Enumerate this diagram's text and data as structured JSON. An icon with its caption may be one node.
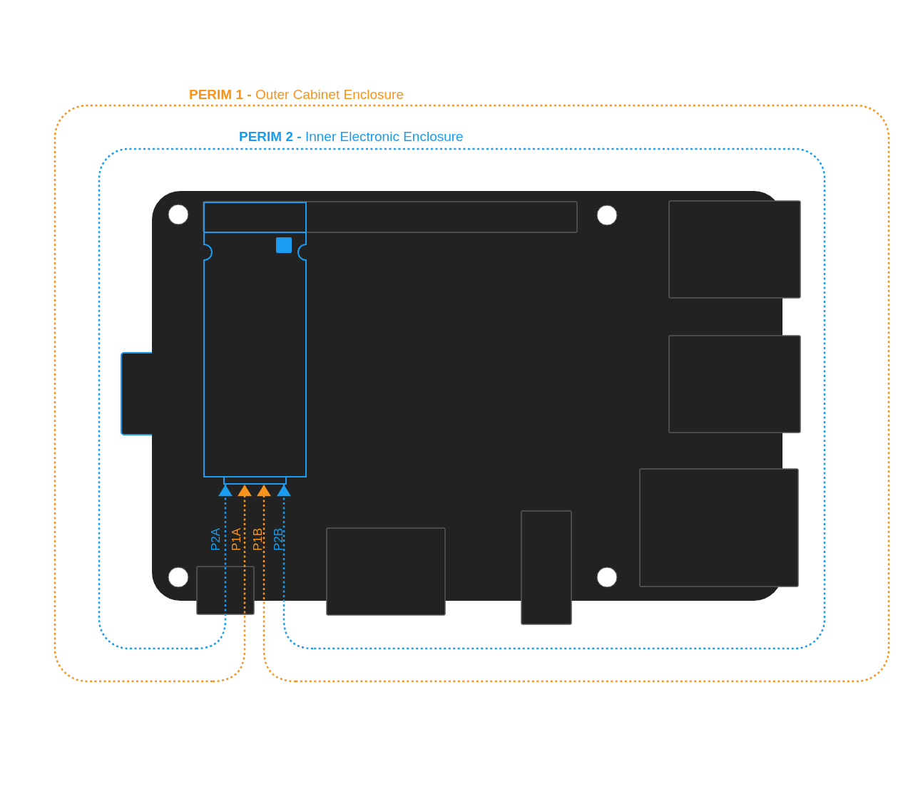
{
  "diagram": {
    "nodes": [
      {
        "text": [
          "**PERIM 1 -** Outer Cabinet Enclosure"
        ]
      },
      {
        "text": [
          "**PERIM 2 -** Inner Electronic Enclosure"
        ],
        "in": 0
      },
      {
        "text": [],
        "shape": "box",
        "in": 1
      }
    ],
    "edges": [
      {
        "from": 1,
        "to": 2,
        "arrow": "to",
        "label": "P2A",
        "style": "dashed",
        "color": "#1a9cf0"
      },
      {
        "from": 0,
        "to": 2,
        "arrow": "to",
        "label": "P1A",
        "style": "dashed",
        "color": "#f7941d"
      },
      {
        "from": 0,
        "to": 2,
        "arrow": "to",
        "label": "P1B",
        "style": "dashed",
        "color": "#f7941d"
      },
      {
        "from": 1,
        "to": 2,
        "arrow": "to",
        "label": "P2B",
        "style": "dashed",
        "color": "#1a9cf0"
      }
    ]
  }
}
